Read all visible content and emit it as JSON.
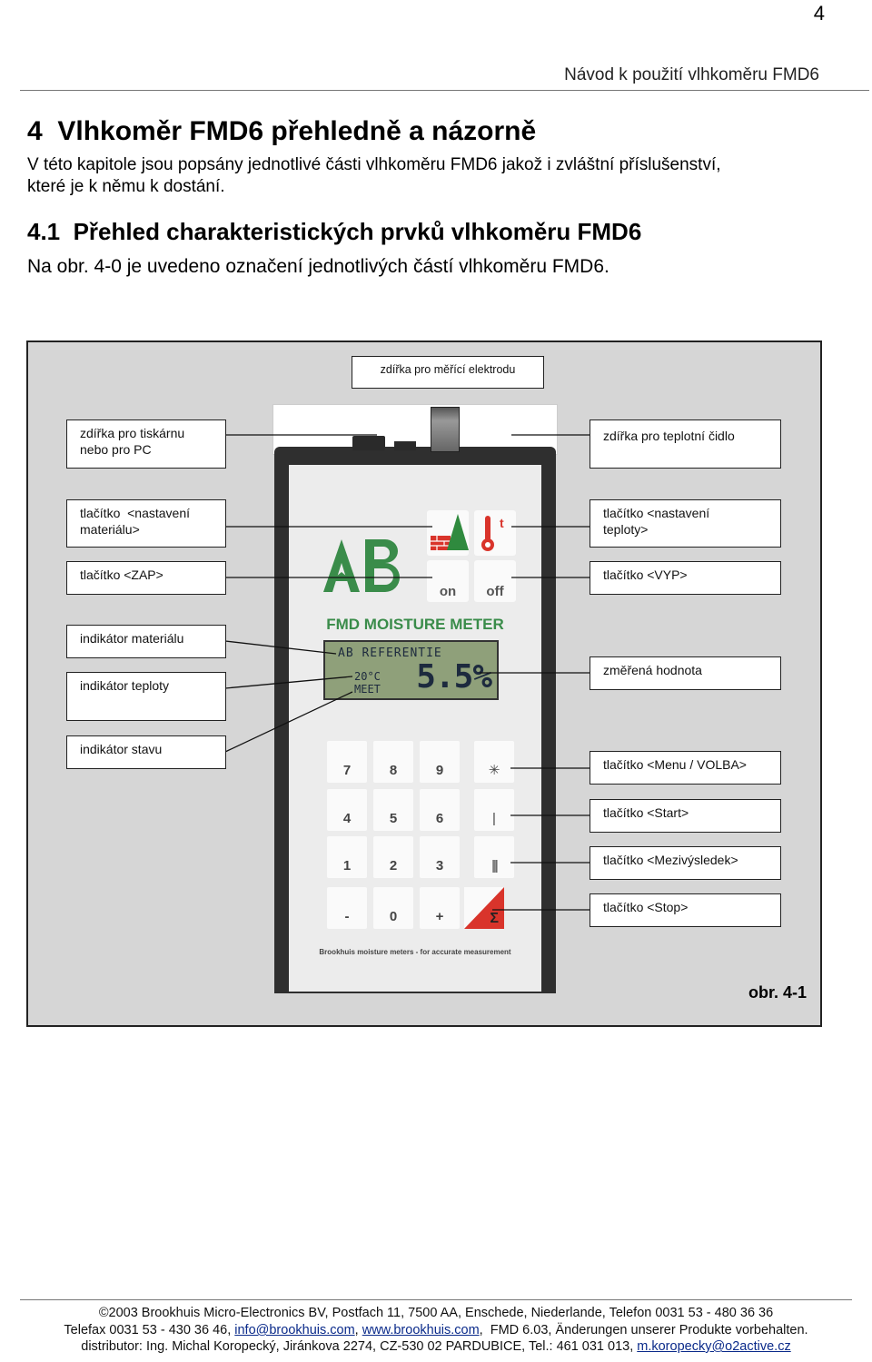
{
  "page_number": "4",
  "header": {
    "title": "Návod k použití vlhkoměru FMD6"
  },
  "chapter": {
    "title": "4  Vlhkoměr FMD6 přehledně a názorně",
    "intro_line1": "V této kapitole jsou popsány jednotlivé části vlhkoměru FMD6 jakož i zvláštní příslušenství,",
    "intro_line2": "které je k němu k dostání."
  },
  "section": {
    "title": "4.1  Přehled charakteristických prvků vlhkoměru FMD6",
    "text": "Na obr. 4-0 je uvedeno označení jednotlivých částí vlhkoměru FMD6."
  },
  "figure": {
    "caption": "obr. 4-1",
    "callouts": {
      "electrode_socket": "zdířka pro měřící elektrodu",
      "printer_socket_line1": "zdířka pro tiskárnu",
      "printer_socket_line2": "nebo pro PC",
      "temp_probe_socket": "zdířka pro teplotní čidlo",
      "material_button_line1": "tlačítko  <nastavení",
      "material_button_line2": "materiálu>",
      "temp_button_line1": "tlačítko <nastavení",
      "temp_button_line2": "teploty>",
      "on_button": "tlačítko <ZAP>",
      "off_button": "tlačítko <VYP>",
      "material_indicator": "indikátor materiálu",
      "temp_indicator": "indikátor teploty",
      "measured_value": "změřená hodnota",
      "status_indicator": "indikátor stavu",
      "menu_button": "tlačítko <Menu / VOLBA>",
      "start_button": "tlačítko <Start>",
      "intermediate_button": "tlačítko <Mezivýsledek>",
      "stop_button": "tlačítko <Stop>"
    },
    "device": {
      "label": "FMD MOISTURE METER",
      "on_key": "on",
      "off_key": "off",
      "temp_key_letter": "t",
      "lcd_line1": "AB REFERENTIE",
      "lcd_temp": "20°C",
      "lcd_status": "MEET",
      "lcd_value": "5.5%",
      "keys": [
        "7",
        "8",
        "9",
        "4",
        "5",
        "6",
        "1",
        "2",
        "3",
        "-",
        "0",
        "+"
      ],
      "key_star": "✳",
      "key_start": "|",
      "key_inter": "|||",
      "key_sigma": "Σ",
      "footer": "Brookhuis moisture meters - for accurate measurement",
      "colors": {
        "brand_green": "#3a8c4a",
        "alert_red": "#d9342b",
        "lcd_green": "#8fa07a"
      }
    }
  },
  "footer": {
    "line1": "©2003 Brookhuis Micro-Electronics BV, Postfach 11, 7500 AA, Enschede, Niederlande, Telefon 0031 53 - 480 36 36",
    "line2_prefix": "Telefax 0031 53 - 430 36 46, ",
    "email1": "info@brookhuis.com",
    "line2_sep": ", ",
    "web": "www.brookhuis.com",
    "line2_suffix": ",  FMD 6.03, Änderungen unserer Produkte vorbehalten.",
    "line3_prefix": "distributor: Ing. Michal Koropecký, Jiránkova 2274, CZ-530 02 PARDUBICE, Tel.: 461 031 013, ",
    "email2": "m.koropecky@o2active.cz"
  }
}
